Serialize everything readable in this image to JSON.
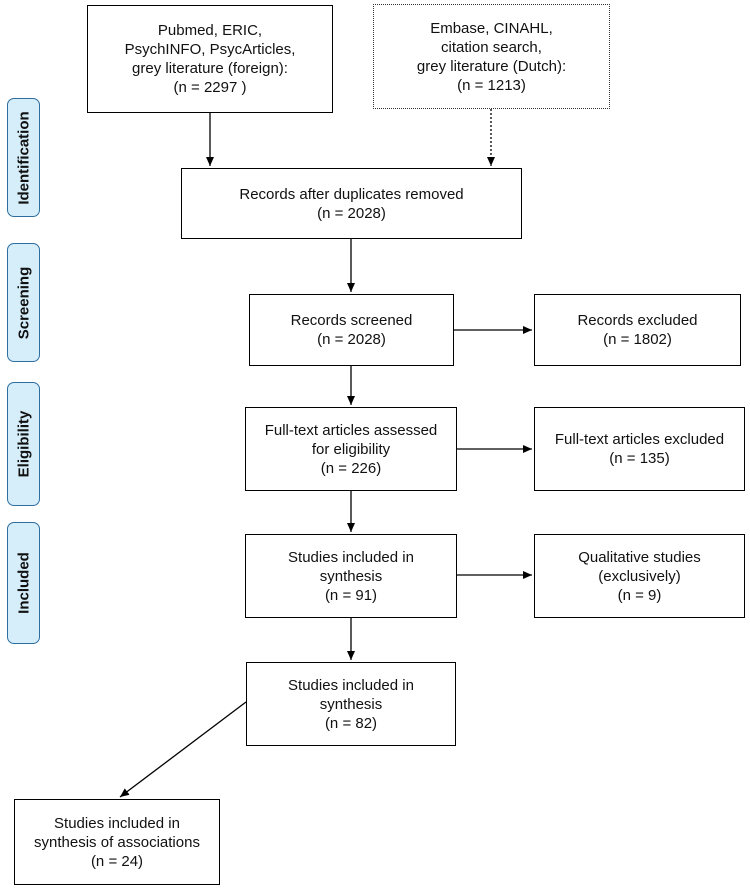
{
  "stages": {
    "identification": "Identification",
    "screening": "Screening",
    "eligibility": "Eligibility",
    "included": "Included"
  },
  "boxes": {
    "databases_foreign": {
      "lines": [
        "Pubmed, ERIC,",
        "PsychINFO, PsycArticles,",
        "grey literature (foreign):",
        "(n = 2297 )"
      ]
    },
    "databases_dutch": {
      "lines": [
        "Embase, CINAHL,",
        "citation search,",
        "grey literature (Dutch):",
        "(n = 1213)"
      ]
    },
    "duplicates_removed": {
      "lines": [
        "Records after duplicates removed",
        "(n = 2028)"
      ]
    },
    "records_screened": {
      "lines": [
        "Records screened",
        "(n = 2028)"
      ]
    },
    "records_excluded": {
      "lines": [
        "Records excluded",
        "(n = 1802)"
      ]
    },
    "fulltext_assessed": {
      "lines": [
        "Full-text articles assessed",
        "for eligibility",
        "(n = 226)"
      ]
    },
    "fulltext_excluded": {
      "lines": [
        "Full-text articles excluded",
        "(n = 135)"
      ]
    },
    "studies_included_91": {
      "lines": [
        "Studies included in",
        "synthesis",
        "(n = 91)"
      ]
    },
    "qualitative_studies": {
      "lines": [
        "Qualitative studies",
        "(exclusively)",
        "(n = 9)"
      ]
    },
    "studies_included_82": {
      "lines": [
        "Studies included in",
        "synthesis",
        "(n = 82)"
      ]
    },
    "studies_associations": {
      "lines": [
        "Studies included in",
        "synthesis of associations",
        "(n = 24)"
      ]
    }
  },
  "colors": {
    "stage_fill": "#d6eefa",
    "stage_border": "#2e6e9e",
    "box_border": "#000000"
  }
}
